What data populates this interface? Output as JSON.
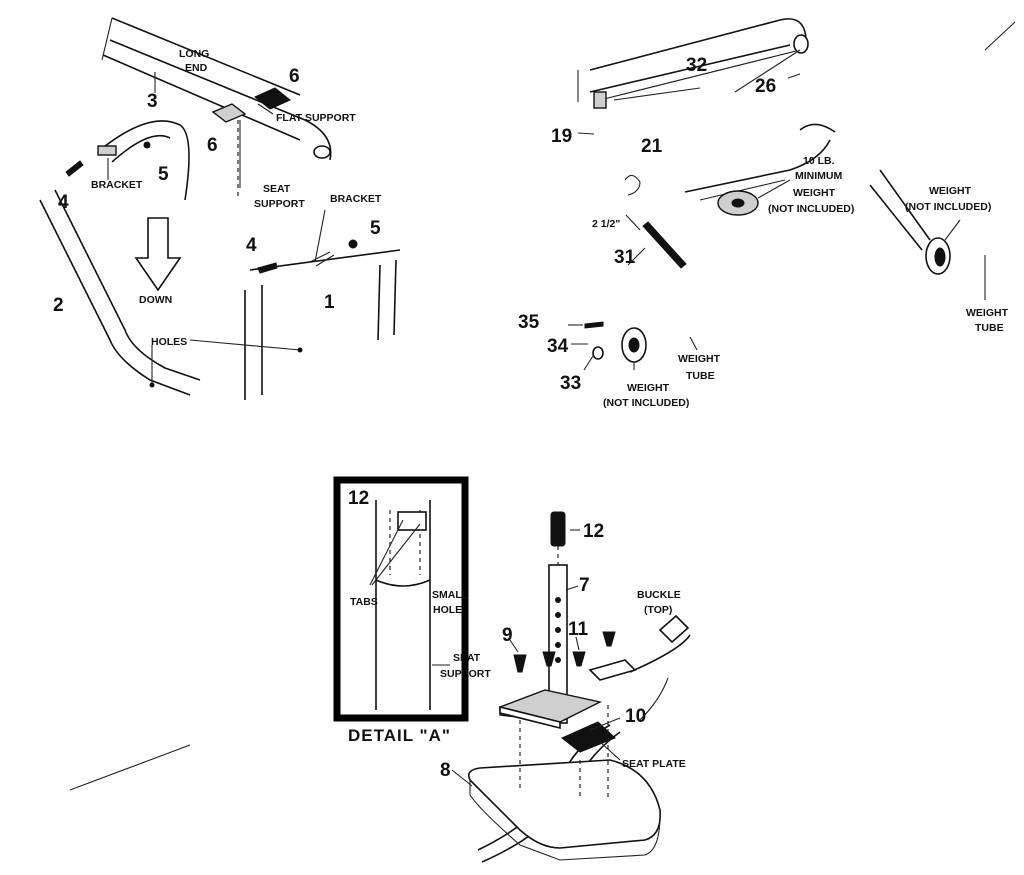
{
  "parts": {
    "p1": "1",
    "p2": "2",
    "p3": "3",
    "p4a": "4",
    "p4b": "4",
    "p5a": "5",
    "p5b": "5",
    "p6a": "6",
    "p6b": "6",
    "p7": "7",
    "p8": "8",
    "p9": "9",
    "p10": "10",
    "p11": "11",
    "p12a": "12",
    "p12b": "12",
    "p19": "19",
    "p21": "21",
    "p26": "26",
    "p31": "31",
    "p32": "32",
    "p33": "33",
    "p34": "34",
    "p35": "35"
  },
  "labels": {
    "long": "LONG",
    "end": "END",
    "flat_support": "FLAT SUPPORT",
    "bracket_a": "BRACKET",
    "bracket_b": "BRACKET",
    "seat_support_a1": "SEAT",
    "seat_support_a2": "SUPPORT",
    "down": "DOWN",
    "holes": "HOLES",
    "min_weight_1": "10 LB.",
    "min_weight_2": "MINIMUM",
    "min_weight_3": "WEIGHT",
    "min_weight_4": "(NOT INCLUDED)",
    "dim_2_half": "2 1/2\"",
    "weight_r1": "WEIGHT",
    "weight_r2": "(NOT INCLUDED)",
    "weight_tube_r1": "WEIGHT",
    "weight_tube_r2": "TUBE",
    "weight_b1": "WEIGHT",
    "weight_b2": "(NOT INCLUDED)",
    "weight_tube_b1": "WEIGHT",
    "weight_tube_b2": "TUBE",
    "tabs": "TABS",
    "small_hole_1": "SMALL",
    "small_hole_2": "HOLE",
    "seat_support_b1": "SEAT",
    "seat_support_b2": "SUPPORT",
    "detail_a": "DETAIL \"A\"",
    "buckle_1": "BUCKLE",
    "buckle_2": "(TOP)",
    "seat_plate": "SEAT PLATE"
  }
}
